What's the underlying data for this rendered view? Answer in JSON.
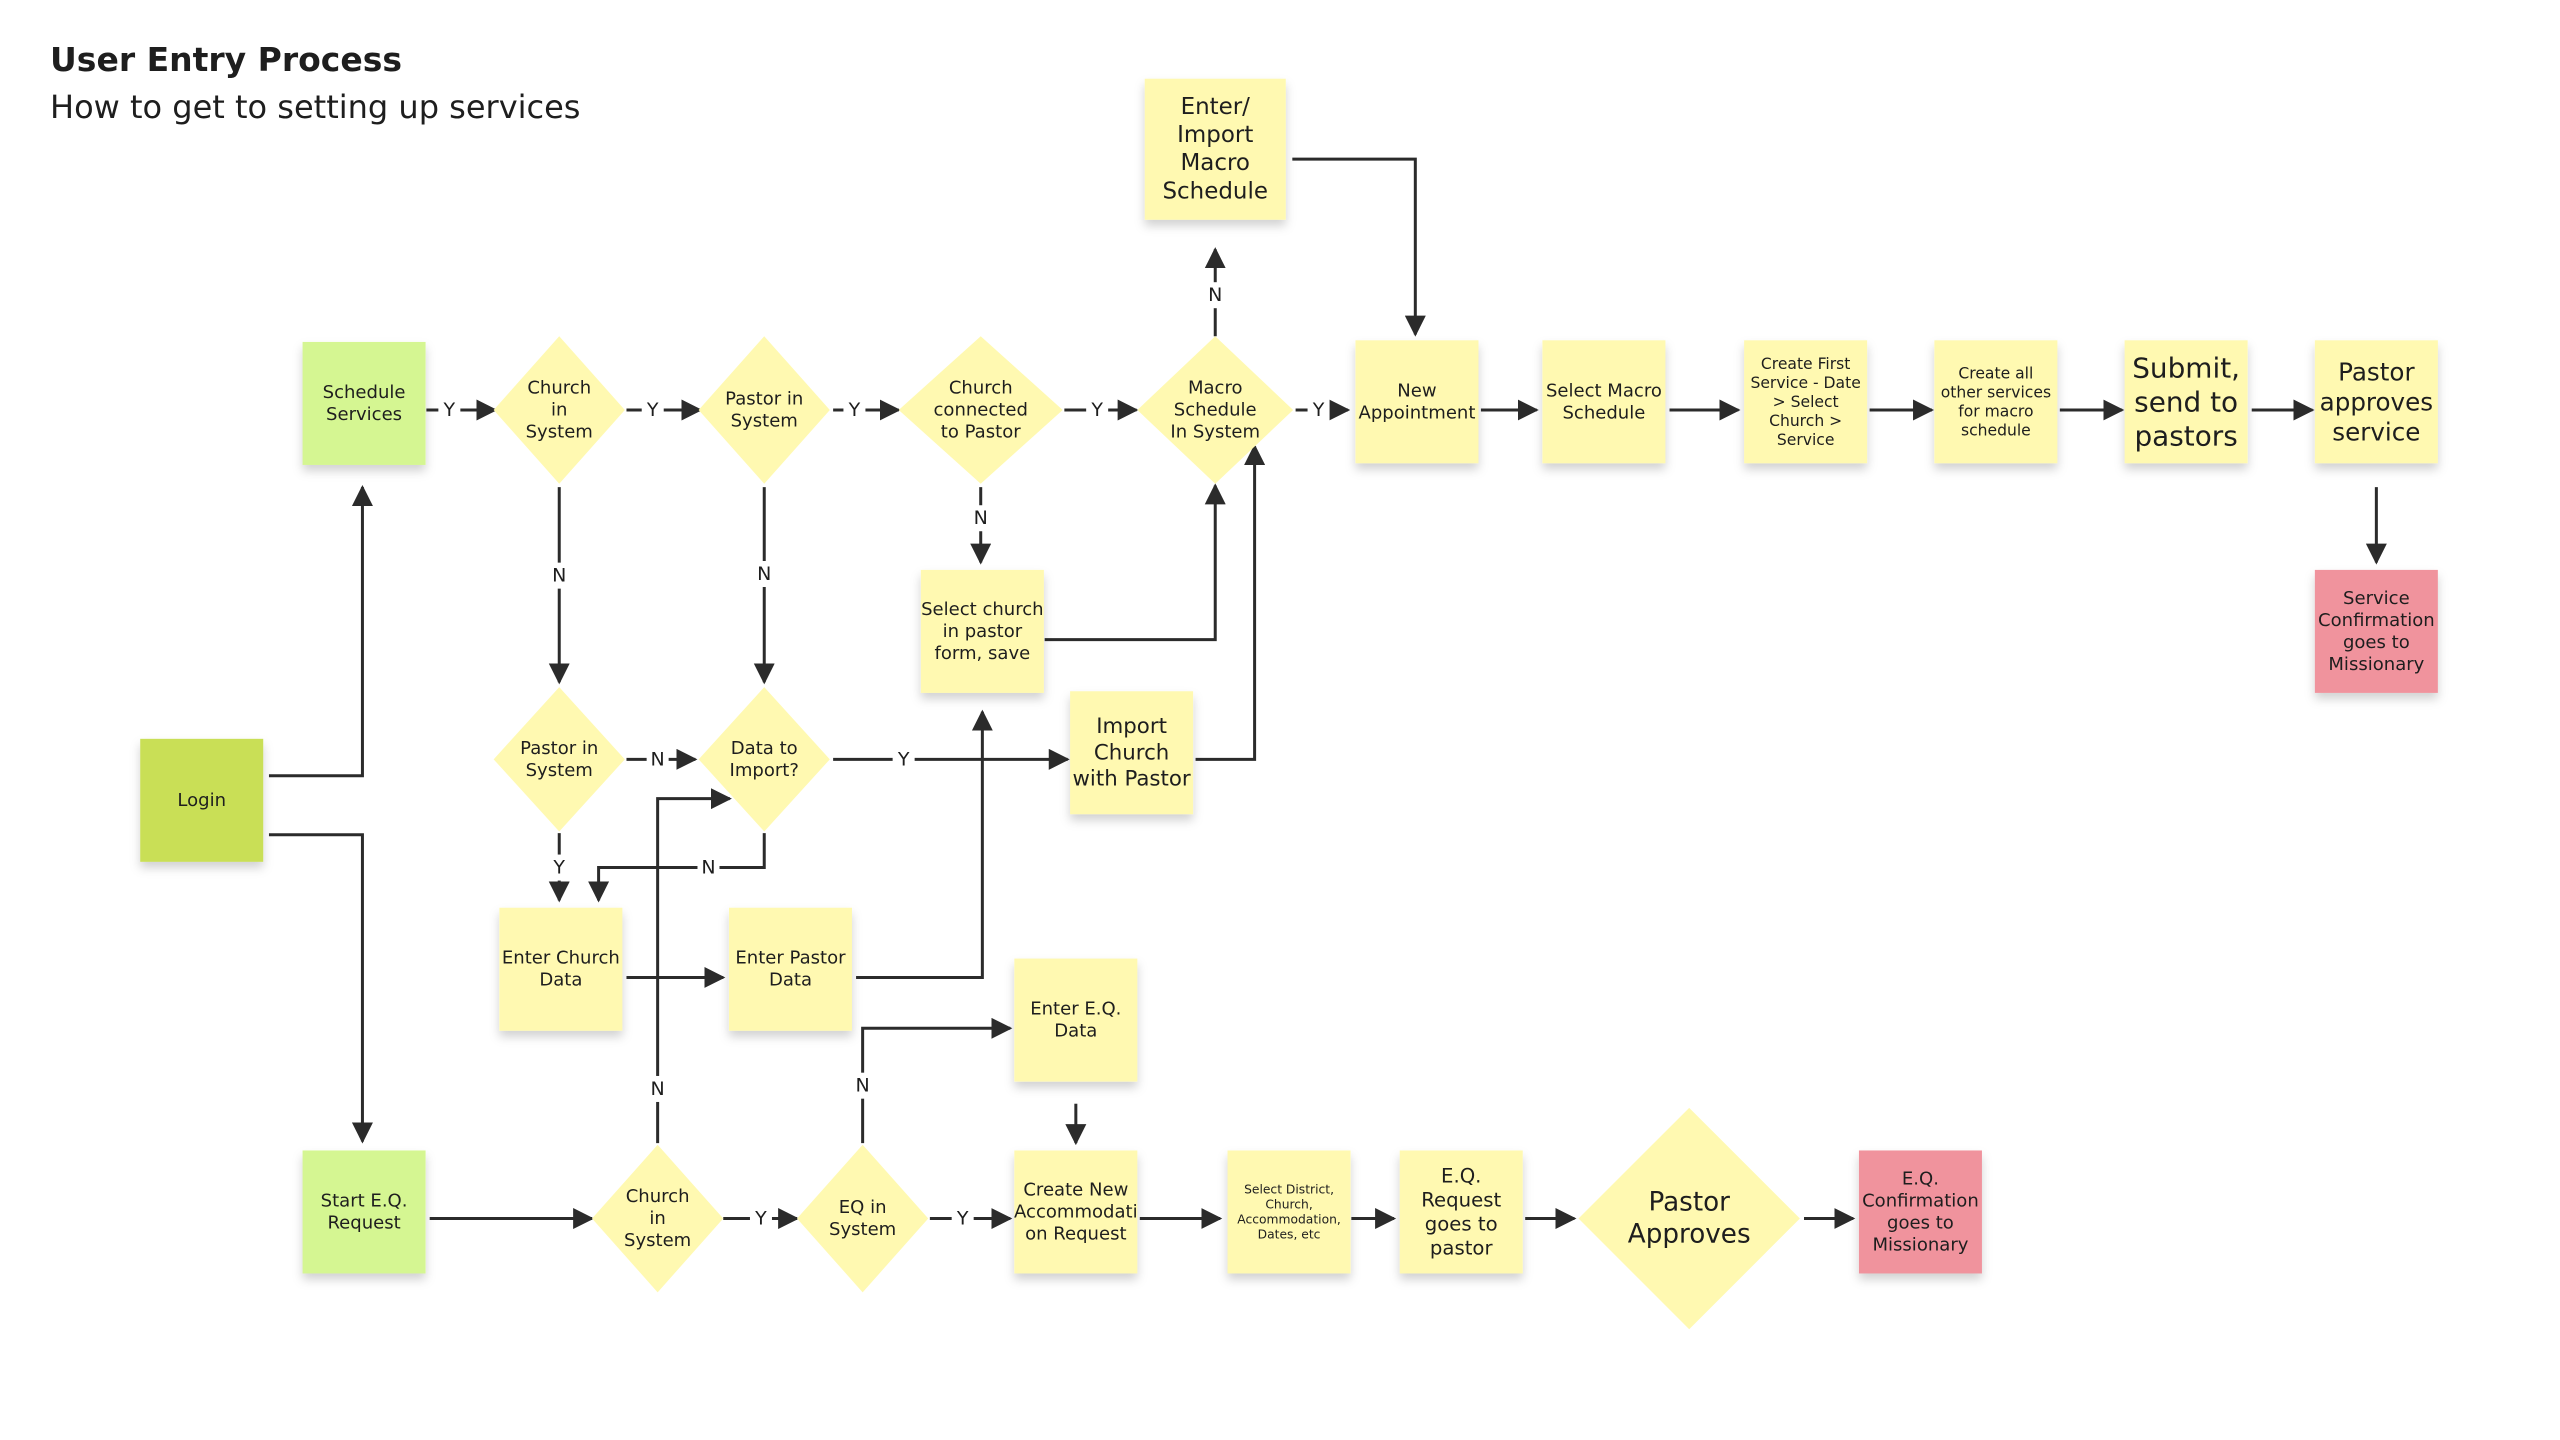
{
  "header": {
    "title": "User Entry Process",
    "subtitle": "How to get to setting up services"
  },
  "colors": {
    "yellow": "#fff9b1",
    "green": "#d5f692",
    "login_green": "#c9df56",
    "red": "#f0939d",
    "line": "#2b2b2b"
  },
  "nodes": [
    {
      "id": "login",
      "shape": "rect",
      "color": "login_green",
      "lines": [
        "Login"
      ]
    },
    {
      "id": "schedule-services",
      "shape": "rect",
      "color": "green",
      "lines": [
        "Schedule",
        "Services"
      ]
    },
    {
      "id": "church-in-system-1",
      "shape": "diamond",
      "color": "yellow",
      "lines": [
        "Church",
        "in",
        "System"
      ]
    },
    {
      "id": "pastor-in-system-1",
      "shape": "diamond",
      "color": "yellow",
      "lines": [
        "Pastor in",
        "System"
      ]
    },
    {
      "id": "church-connected",
      "shape": "diamond",
      "color": "yellow",
      "lines": [
        "Church",
        "connected",
        "to Pastor"
      ]
    },
    {
      "id": "macro-schedule-in-system",
      "shape": "diamond",
      "color": "yellow",
      "lines": [
        "Macro",
        "Schedule",
        "In System"
      ]
    },
    {
      "id": "enter-import-macro",
      "shape": "rect",
      "color": "yellow",
      "lines": [
        "Enter/",
        "Import",
        "Macro",
        "Schedule"
      ]
    },
    {
      "id": "new-appointment",
      "shape": "rect",
      "color": "yellow",
      "lines": [
        "New",
        "Appointment"
      ]
    },
    {
      "id": "select-macro-schedule",
      "shape": "rect",
      "color": "yellow",
      "lines": [
        "Select Macro",
        "Schedule"
      ]
    },
    {
      "id": "create-first-service",
      "shape": "rect",
      "color": "yellow",
      "lines": [
        "Create First",
        "Service - Date",
        "> Select",
        "Church >",
        "Service"
      ]
    },
    {
      "id": "create-other-services",
      "shape": "rect",
      "color": "yellow",
      "lines": [
        "Create all",
        "other services",
        "for macro",
        "schedule"
      ]
    },
    {
      "id": "submit-send",
      "shape": "rect",
      "color": "yellow",
      "lines": [
        "Submit,",
        "send to",
        "pastors"
      ]
    },
    {
      "id": "pastor-approves-service",
      "shape": "rect",
      "color": "yellow",
      "lines": [
        "Pastor",
        "approves",
        "service"
      ]
    },
    {
      "id": "service-confirmation",
      "shape": "rect",
      "color": "red",
      "lines": [
        "Service",
        "Confirmation",
        "goes to",
        "Missionary"
      ]
    },
    {
      "id": "select-church-form",
      "shape": "rect",
      "color": "yellow",
      "lines": [
        "Select church",
        "in pastor",
        "form, save"
      ]
    },
    {
      "id": "pastor-in-system-2",
      "shape": "diamond",
      "color": "yellow",
      "lines": [
        "Pastor in",
        "System"
      ]
    },
    {
      "id": "data-to-import",
      "shape": "diamond",
      "color": "yellow",
      "lines": [
        "Data to",
        "Import?"
      ]
    },
    {
      "id": "import-church-pastor",
      "shape": "rect",
      "color": "yellow",
      "lines": [
        "Import",
        "Church",
        "with Pastor"
      ]
    },
    {
      "id": "enter-church-data",
      "shape": "rect",
      "color": "yellow",
      "lines": [
        "Enter Church",
        "Data"
      ]
    },
    {
      "id": "enter-pastor-data",
      "shape": "rect",
      "color": "yellow",
      "lines": [
        "Enter Pastor",
        "Data"
      ]
    },
    {
      "id": "enter-eq-data",
      "shape": "rect",
      "color": "yellow",
      "lines": [
        "Enter E.Q.",
        "Data"
      ]
    },
    {
      "id": "start-eq-request",
      "shape": "rect",
      "color": "green",
      "lines": [
        "Start E.Q.",
        "Request"
      ]
    },
    {
      "id": "church-in-system-2",
      "shape": "diamond",
      "color": "yellow",
      "lines": [
        "Church",
        "in",
        "System"
      ]
    },
    {
      "id": "eq-in-system",
      "shape": "diamond",
      "color": "yellow",
      "lines": [
        "EQ in",
        "System"
      ]
    },
    {
      "id": "create-new-accommodation",
      "shape": "rect",
      "color": "yellow",
      "lines": [
        "Create New",
        "Accommodati",
        "on Request"
      ]
    },
    {
      "id": "select-district",
      "shape": "rect",
      "color": "yellow",
      "lines": [
        "Select District,",
        "Church,",
        "Accommodation,",
        "Dates, etc"
      ]
    },
    {
      "id": "eq-request-pastor",
      "shape": "rect",
      "color": "yellow",
      "lines": [
        "E.Q.",
        "Request",
        "goes to",
        "pastor"
      ]
    },
    {
      "id": "pastor-approves",
      "shape": "diamond",
      "color": "yellow",
      "lines": [
        "Pastor",
        "Approves"
      ]
    },
    {
      "id": "eq-confirmation",
      "shape": "rect",
      "color": "red",
      "lines": [
        "E.Q.",
        "Confirmation",
        "goes to",
        "Missionary"
      ]
    }
  ],
  "edges": [
    {
      "from": "schedule-services",
      "to": "church-in-system-1",
      "label": "Y"
    },
    {
      "from": "church-in-system-1",
      "to": "pastor-in-system-1",
      "label": "Y"
    },
    {
      "from": "pastor-in-system-1",
      "to": "church-connected",
      "label": "Y"
    },
    {
      "from": "church-connected",
      "to": "macro-schedule-in-system",
      "label": "Y"
    },
    {
      "from": "macro-schedule-in-system",
      "to": "new-appointment",
      "label": "Y"
    },
    {
      "from": "macro-schedule-in-system",
      "to": "enter-import-macro",
      "label": "N"
    },
    {
      "from": "enter-import-macro",
      "to": "new-appointment",
      "label": ""
    },
    {
      "from": "new-appointment",
      "to": "select-macro-schedule",
      "label": ""
    },
    {
      "from": "select-macro-schedule",
      "to": "create-first-service",
      "label": ""
    },
    {
      "from": "create-first-service",
      "to": "create-other-services",
      "label": ""
    },
    {
      "from": "create-other-services",
      "to": "submit-send",
      "label": ""
    },
    {
      "from": "submit-send",
      "to": "pastor-approves-service",
      "label": ""
    },
    {
      "from": "pastor-approves-service",
      "to": "service-confirmation",
      "label": ""
    },
    {
      "from": "church-connected",
      "to": "select-church-form",
      "label": "N"
    },
    {
      "from": "select-church-form",
      "to": "macro-schedule-in-system",
      "label": ""
    },
    {
      "from": "church-in-system-1",
      "to": "pastor-in-system-2",
      "label": "N"
    },
    {
      "from": "pastor-in-system-1",
      "to": "data-to-import",
      "label": "N"
    },
    {
      "from": "pastor-in-system-2",
      "to": "data-to-import",
      "label": "N"
    },
    {
      "from": "pastor-in-system-2",
      "to": "enter-church-data",
      "label": "Y"
    },
    {
      "from": "data-to-import",
      "to": "import-church-pastor",
      "label": "Y"
    },
    {
      "from": "data-to-import",
      "to": "enter-church-data",
      "label": "N"
    },
    {
      "from": "import-church-pastor",
      "to": "macro-schedule-in-system",
      "label": ""
    },
    {
      "from": "enter-church-data",
      "to": "enter-pastor-data",
      "label": ""
    },
    {
      "from": "enter-pastor-data",
      "to": "select-church-form",
      "label": ""
    },
    {
      "from": "login",
      "to": "schedule-services",
      "label": ""
    },
    {
      "from": "login",
      "to": "start-eq-request",
      "label": ""
    },
    {
      "from": "start-eq-request",
      "to": "church-in-system-2",
      "label": ""
    },
    {
      "from": "church-in-system-2",
      "to": "eq-in-system",
      "label": "Y"
    },
    {
      "from": "church-in-system-2",
      "to": "data-to-import",
      "label": "N"
    },
    {
      "from": "eq-in-system",
      "to": "create-new-accommodation",
      "label": "Y"
    },
    {
      "from": "eq-in-system",
      "to": "enter-eq-data",
      "label": "N"
    },
    {
      "from": "enter-eq-data",
      "to": "create-new-accommodation",
      "label": ""
    },
    {
      "from": "create-new-accommodation",
      "to": "select-district",
      "label": ""
    },
    {
      "from": "select-district",
      "to": "eq-request-pastor",
      "label": ""
    },
    {
      "from": "eq-request-pastor",
      "to": "pastor-approves",
      "label": ""
    },
    {
      "from": "pastor-approves",
      "to": "eq-confirmation",
      "label": ""
    }
  ]
}
